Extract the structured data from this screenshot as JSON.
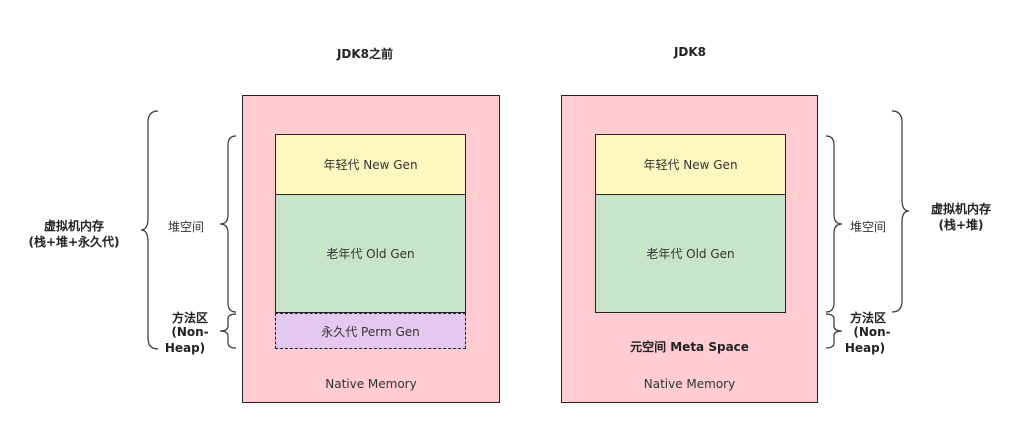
{
  "left": {
    "title": "JDK8之前",
    "new_gen": "年轻代 New Gen",
    "old_gen": "老年代 Old Gen",
    "perm_gen": "永久代 Perm Gen",
    "native": "Native Memory",
    "brace_vm_line1": "虚拟机内存",
    "brace_vm_line2": "(栈+堆+永久代)",
    "brace_heap": "堆空间",
    "brace_method_line1": "方法区",
    "brace_method_line2": "(Non-",
    "brace_method_line3": "Heap)"
  },
  "right": {
    "title": "JDK8",
    "new_gen": "年轻代 New Gen",
    "old_gen": "老年代 Old Gen",
    "meta_space": "元空间 Meta Space",
    "native": "Native Memory",
    "brace_heap": "堆空间",
    "brace_method_line1": "方法区",
    "brace_method_line2": "(Non-",
    "brace_method_line3": "Heap)",
    "brace_vm_line1": "虚拟机内存",
    "brace_vm_line2": "(栈+堆)"
  },
  "colors": {
    "outer": "#ffccd1",
    "new_gen": "#fff6c0",
    "old_gen": "#c9e5c9",
    "perm_gen": "#e3c9f0"
  }
}
